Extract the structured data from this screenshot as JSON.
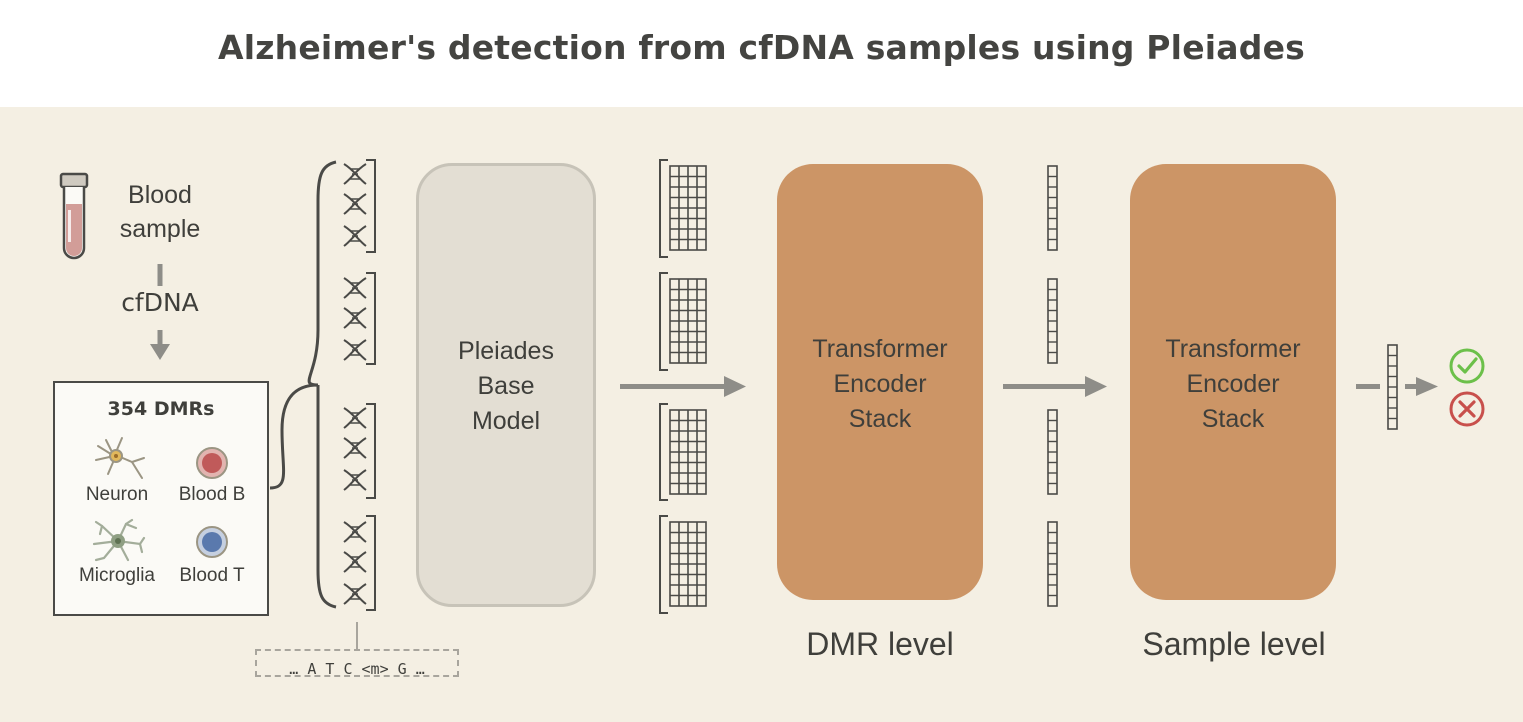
{
  "title": "Alzheimer's detection from cfDNA samples using Pleiades",
  "input": {
    "blood_line1": "Blood",
    "blood_line2": "sample",
    "cfdna": "cfDNA",
    "dmr_title": "354 DMRs",
    "cells": [
      {
        "label": "Neuron",
        "icon": "neuron-icon"
      },
      {
        "label": "Blood B",
        "icon": "blood-b-cell-icon",
        "color": "#c05a5a"
      },
      {
        "label": "Microglia",
        "icon": "microglia-icon"
      },
      {
        "label": "Blood T",
        "icon": "blood-t-cell-icon",
        "color": "#5a79ad"
      }
    ]
  },
  "sequence": "… A T C <m> G …",
  "pleiades": {
    "line1": "Pleiades",
    "line2": "Base",
    "line3": "Model"
  },
  "dmr_encoder": {
    "line1": "Transformer",
    "line2": "Encoder",
    "line3": "Stack",
    "level": "DMR level"
  },
  "sample_encoder": {
    "line1": "Transformer",
    "line2": "Encoder",
    "line3": "Stack",
    "level": "Sample level"
  },
  "outputs": [
    {
      "icon": "check-circle-icon",
      "color": "#6cc04a"
    },
    {
      "icon": "x-circle-icon",
      "color": "#c8504c"
    }
  ],
  "colors": {
    "panel": "#f4efe3",
    "encoder": "#cc9566",
    "pleiades": "#e3ded3",
    "arrow": "#8e8d88"
  }
}
